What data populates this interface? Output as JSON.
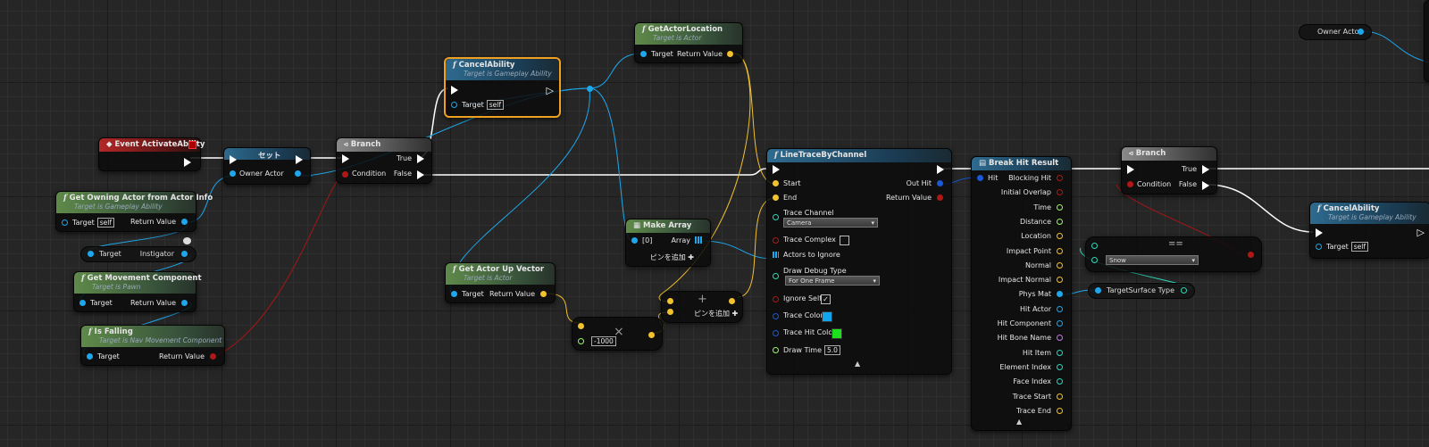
{
  "colors": {
    "exec": "#ffffff",
    "object": "#1ea7ec",
    "vector": "#f2c12e",
    "boolean": "#b01818",
    "float": "#9cf56b",
    "struct": "#1a58d6",
    "name": "#c07ae8",
    "integer": "#2fd6b8",
    "selected": "#f0a020",
    "trace_color": "#12a5ec",
    "trace_hit_color": "#1ee11e"
  },
  "nodes": {
    "event_activate": {
      "title": "Event ActivateAbility"
    },
    "set_node": {
      "title": "セット",
      "owner_actor": "Owner Actor"
    },
    "branch1": {
      "title": "Branch",
      "true": "True",
      "condition": "Condition",
      "false": "False"
    },
    "cancel1": {
      "title": "CancelAbility",
      "subtitle": "Target is Gameplay Ability",
      "target": "Target",
      "self": "self"
    },
    "get_actor_location": {
      "title": "GetActorLocation",
      "subtitle": "Target is Actor",
      "target": "Target",
      "return": "Return Value"
    },
    "get_owning_actor": {
      "title": "Get Owning Actor from Actor Info",
      "subtitle": "Target is Gameplay Ability",
      "target": "Target",
      "self": "self",
      "return": "Return Value"
    },
    "instigator": {
      "target": "Target",
      "instigator": "Instigator"
    },
    "get_movement": {
      "title": "Get Movement Component",
      "subtitle": "Target is Pawn",
      "target": "Target",
      "return": "Return Value"
    },
    "is_falling": {
      "title": "Is Falling",
      "subtitle": "Target is Nav Movement Component",
      "target": "Target",
      "return": "Return Value"
    },
    "make_array": {
      "title": "Make Array",
      "index0": "[0]",
      "array": "Array",
      "add_pin": "ピンを追加"
    },
    "get_up_vector": {
      "title": "Get Actor Up Vector",
      "subtitle": "Target is Actor",
      "target": "Target",
      "return": "Return Value"
    },
    "multiply": {
      "value": "-1000",
      "symbol": "×"
    },
    "add": {
      "symbol": "+",
      "add_pin": "ピンを追加"
    },
    "line_trace": {
      "title": "LineTraceByChannel",
      "start": "Start",
      "end": "End",
      "out_hit": "Out Hit",
      "return": "Return Value",
      "trace_channel": "Trace Channel",
      "trace_channel_value": "Camera",
      "trace_complex": "Trace Complex",
      "actors_to_ignore": "Actors to Ignore",
      "draw_debug_type": "Draw Debug Type",
      "draw_debug_value": "For One Frame",
      "ignore_self": "Ignore Self",
      "trace_color": "Trace Color",
      "trace_hit_color": "Trace Hit Color",
      "draw_time": "Draw Time",
      "draw_time_value": "5.0",
      "trace_complex_checked": false,
      "ignore_self_checked": true
    },
    "break_hit": {
      "title": "Break Hit Result",
      "hit": "Hit",
      "outputs": [
        "Blocking Hit",
        "Initial Overlap",
        "Time",
        "Distance",
        "Location",
        "Impact Point",
        "Normal",
        "Impact Normal",
        "Phys Mat",
        "Hit Actor",
        "Hit Component",
        "Hit Bone Name",
        "Hit Item",
        "Element Index",
        "Face Index",
        "Trace Start",
        "Trace End"
      ]
    },
    "branch2": {
      "title": "Branch",
      "true": "True",
      "condition": "Condition",
      "false": "False"
    },
    "equal": {
      "value": "Snow",
      "symbol": "=="
    },
    "surface_type": {
      "target": "Target",
      "surface": "Surface Type"
    },
    "cancel2": {
      "title": "CancelAbility",
      "subtitle": "Target is Gameplay Ability",
      "target": "Target",
      "self": "self"
    },
    "owner_actor": {
      "label": "Owner Actor"
    }
  }
}
